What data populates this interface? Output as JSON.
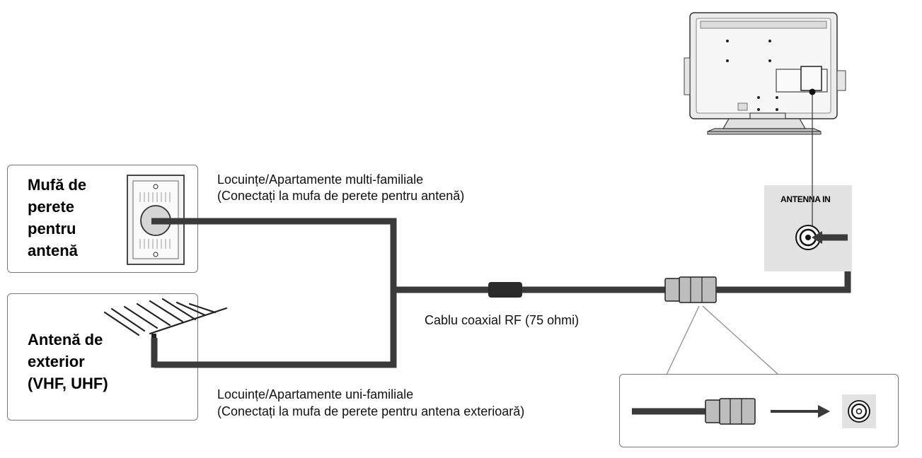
{
  "wall_jack_box": {
    "label_lines": [
      "Mufă de",
      "perete",
      "pentru",
      "antenă"
    ]
  },
  "outdoor_antenna_box": {
    "label_lines": [
      "Antenă de",
      "exterior",
      "(VHF, UHF)"
    ]
  },
  "notes": {
    "multi_family_title": "Locuințe/Apartamente multi-familiale",
    "multi_family_detail": "(Conectați la mufa de perete pentru antenă)",
    "single_family_title": "Locuințe/Apartamente uni-familiale",
    "single_family_detail": "(Conectați la mufa de perete pentru antena exterioară)",
    "cable": "Cablu coaxial RF (75 ohmi)"
  },
  "antenna_in_panel": {
    "label": "ANTENNA IN"
  },
  "colors": {
    "cable": "#3a3a3a",
    "panel": "#e2e2e2",
    "box_border": "#777777"
  }
}
